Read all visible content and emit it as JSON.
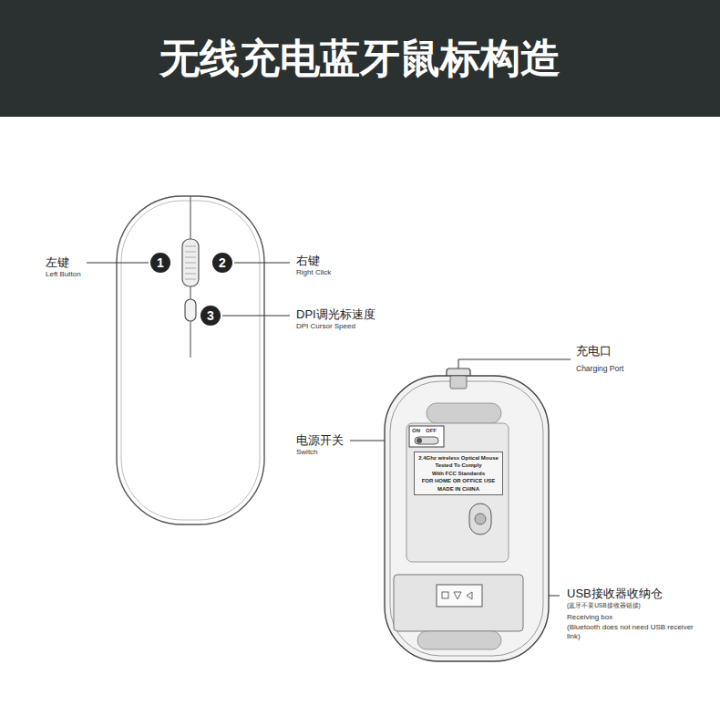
{
  "diagram": {
    "title": "无线充电蓝牙鼠标构造",
    "nodes": [
      {
        "text": [
          "1"
        ]
      },
      {
        "text": [
          "2"
        ]
      },
      {
        "text": [
          "3"
        ]
      },
      {
        "text": [
          "2.4Ghz wireless Optical Mouse",
          "Tested To Comply",
          "With FCC Standards",
          "FOR HOME OR OFFICE USE",
          "MADE IN CHINA"
        ]
      }
    ],
    "labels": [
      "左键",
      "Left Button",
      "右键",
      "Right Click",
      "DPI调光标速度",
      "DPI Cursor Speed",
      "充电口",
      "Charging Port",
      "电源开关",
      "Switch",
      "ON",
      "OFF",
      "USB接收器收纳仓",
      "(蓝牙不要USB接收器链接)",
      "Receiving box",
      "(Bluetooth does not need USB receiver link)"
    ]
  }
}
